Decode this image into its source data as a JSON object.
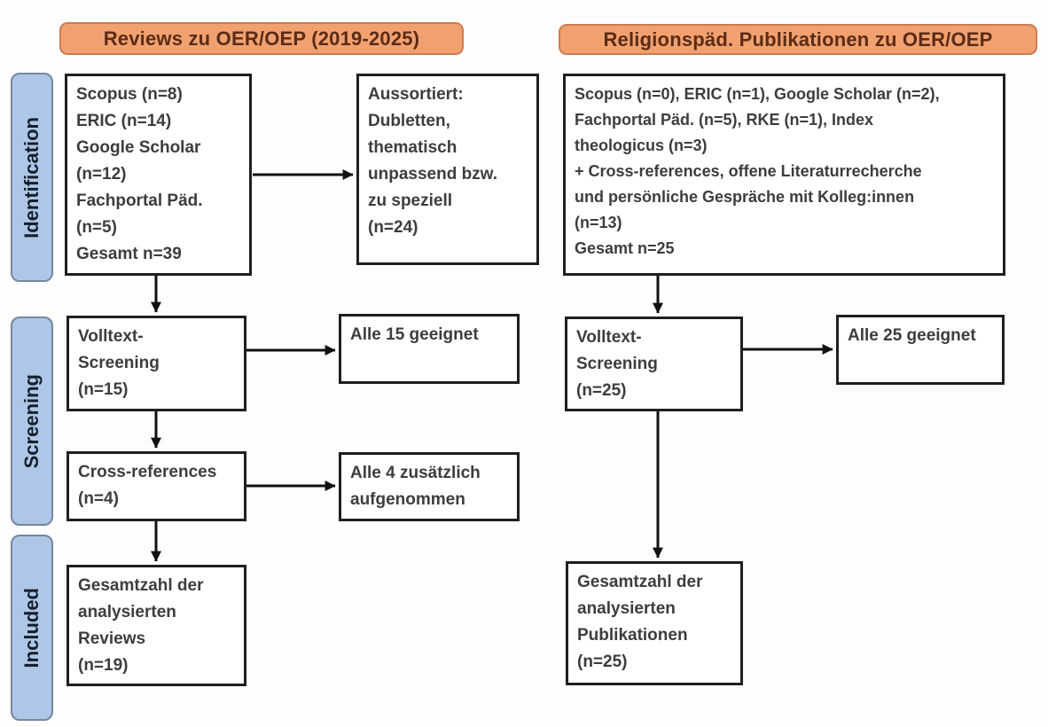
{
  "headers": {
    "left": "Reviews zu OER/OEP (2019-2025)",
    "right": "Religionspäd. Publikationen zu OER/OEP"
  },
  "stages": [
    {
      "label": "Identification"
    },
    {
      "label": "Screening"
    },
    {
      "label": "Included"
    }
  ],
  "left_flow": {
    "sources": "Scopus (n=8)\nERIC (n=14)\nGoogle Scholar\n(n=12)\nFachportal Päd.\n(n=5)\nGesamt n=39",
    "excluded": "Aussortiert:\nDubletten,\nthematisch\nunpassend bzw.\nzu speziell\n(n=24)",
    "fulltext": "Volltext-\nScreening\n(n=15)",
    "fulltext_result": "Alle 15 geeignet",
    "crossref": "Cross-references\n(n=4)",
    "crossref_result": "Alle 4 zusätzlich\naufgenommen",
    "total": "Gesamtzahl der\nanalysierten\nReviews\n(n=19)"
  },
  "right_flow": {
    "sources": "Scopus (n=0), ERIC (n=1), Google Scholar (n=2),\nFachportal Päd. (n=5), RKE (n=1), Index\ntheologicus (n=3)\n+ Cross-references, offene Literaturrecherche\nund persönliche Gespräche mit Kolleg:innen\n(n=13)\nGesamt n=25",
    "fulltext": "Volltext-\nScreening\n(n=25)",
    "fulltext_result": "Alle 25 geeignet",
    "total": "Gesamtzahl der\nanalysierten\nPublikationen\n(n=25)"
  },
  "colors": {
    "header_fill": "#F1A170",
    "header_border": "#C87D52",
    "header_text": "#5B2C16",
    "stage_fill": "#AEC7E8",
    "stage_border": "#76879D",
    "box_border": "#1F1F1F",
    "box_text": "#3D3D3D",
    "arrow": "#111111"
  }
}
